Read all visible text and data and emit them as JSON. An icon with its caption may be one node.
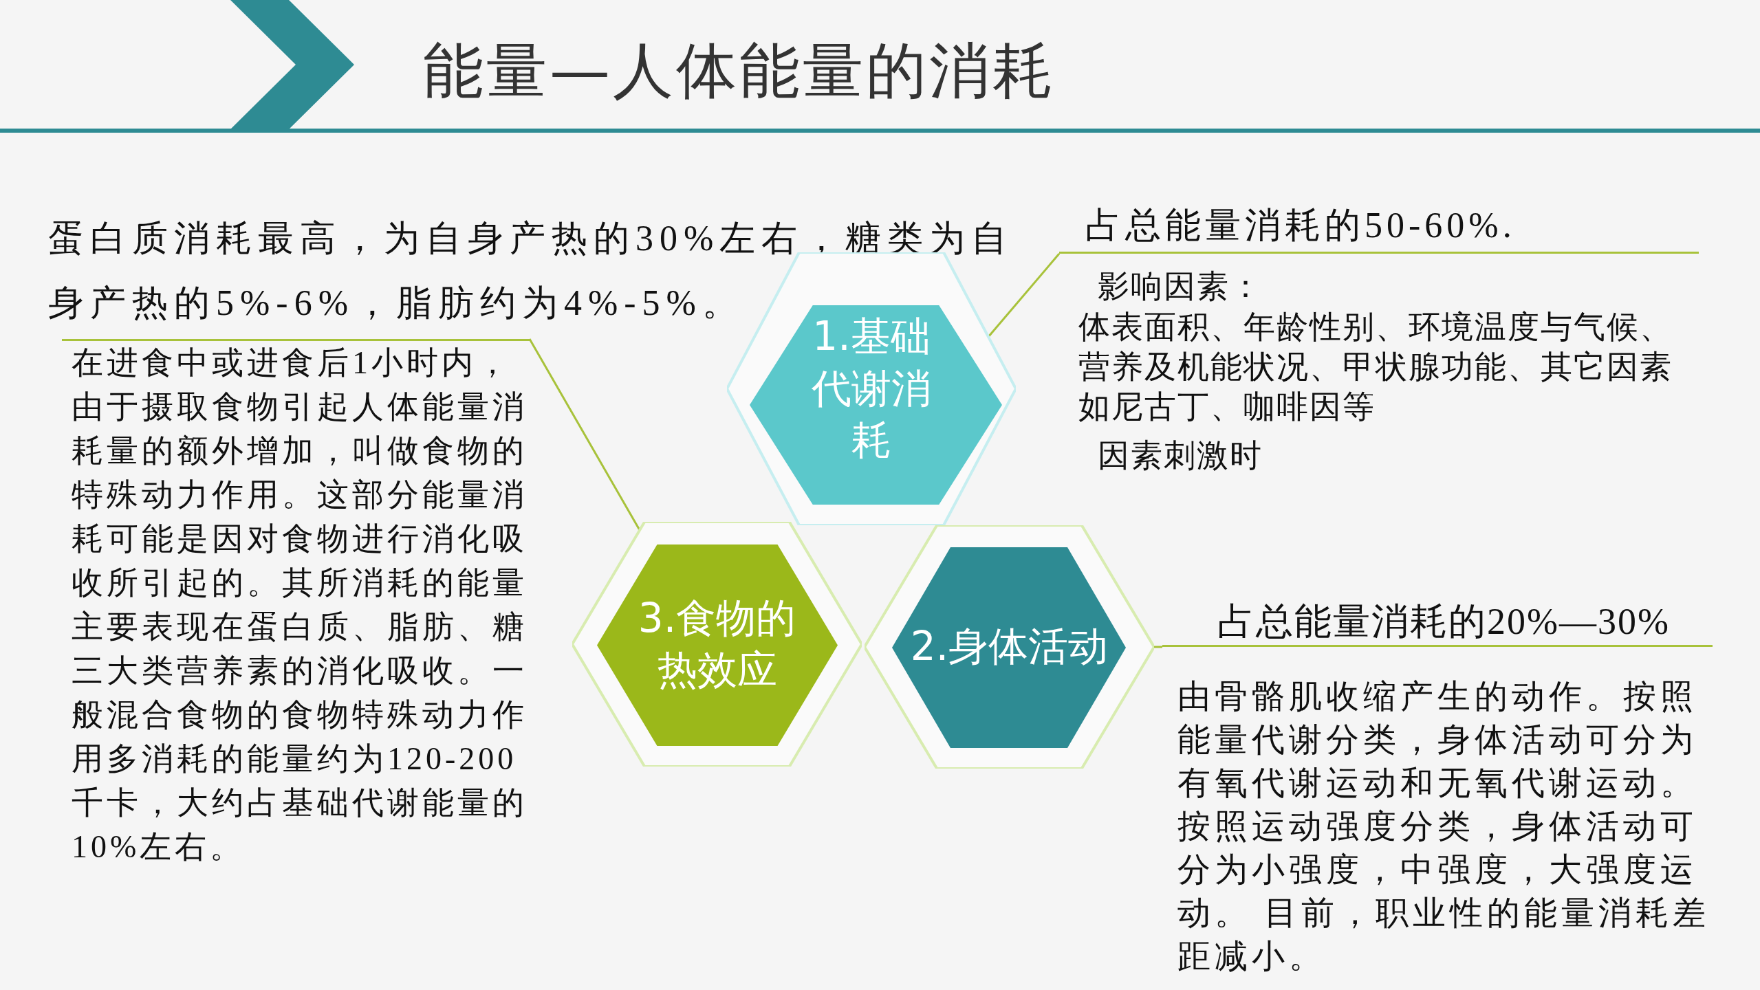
{
  "diagram": {
    "title": "能量—人体能量的消耗",
    "nodes": [
      {
        "text": [
          "1.基础代谢消耗"
        ]
      },
      {
        "text": [
          "2.身体活动"
        ]
      },
      {
        "text": [
          "3.食物的热效应"
        ]
      },
      {
        "text": [
          "占总能量消耗的50-60%.",
          "影响因素：",
          "体表面积、年龄性别、环境温度与气候、营养及机能状况、甲状腺功能、其它因素如尼古丁、咖啡因等",
          "因素刺激时"
        ]
      },
      {
        "text": [
          "占总能量消耗的20%—30%",
          "由骨骼肌收缩产生的动作。按照能量代谢分类，身体活动可分为有氧代谢运动和无氧代谢运动。按照运动强度分类，身体活动可分为小强度，中强度，大强度运动。 目前，职业性的能量消耗差距减小。"
        ]
      },
      {
        "text": [
          "在进食中或进食后1小时内，由于摄取食物引起人体能量消耗量的额外增加，叫做食物的特殊动力作用。这部分能量消耗可能是因对食物进行消化吸收所引起的。其所消耗的能量主要表现在蛋白质、脂肪、糖三大类营养素的消化吸收。一般混合食物的食物特殊动力作用多消耗的能量约为120-200千卡，大约占基础代谢能量的10%左右。"
        ]
      }
    ],
    "edges": [
      {
        "from": 0,
        "to": 3,
        "arrow": "none"
      },
      {
        "from": 1,
        "to": 4,
        "arrow": "none"
      },
      {
        "from": 5,
        "to": 2,
        "arrow": "none"
      }
    ],
    "labels": [
      "蛋白质消耗最高，为自身产热的30%左右，糖类为自身产热的5%-6%，脂肪约为4%-5%。"
    ]
  }
}
